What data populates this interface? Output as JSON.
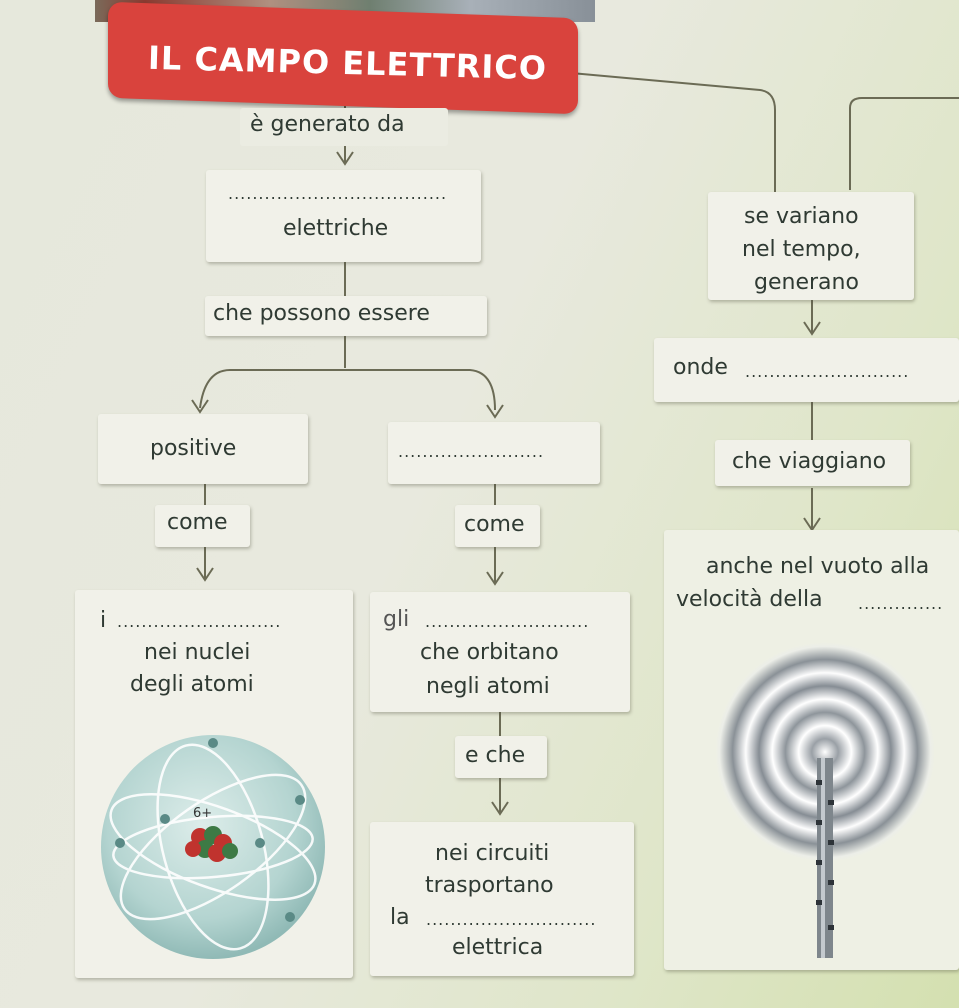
{
  "title": "IL CAMPO ELETTRICO",
  "generated_by": "è generato da",
  "charges_box": {
    "blank": "....................................",
    "label": "elettriche"
  },
  "can_be": "che possono essere",
  "positive_box": {
    "label": "positive"
  },
  "negative_box": {
    "blank": "........................"
  },
  "come_left": "come",
  "come_right": "come",
  "nuclei_box": {
    "prefix": "i",
    "blank": "...........................",
    "line2": "nei nuclei",
    "line3": "degli atomi"
  },
  "electrons_box": {
    "prefix": "gli",
    "blank": "...........................",
    "line2": "che orbitano",
    "line3": "negli atomi"
  },
  "e_che": "e che",
  "circuits_box": {
    "line1": "nei circuiti",
    "line2": "trasportano",
    "prefix": "la",
    "blank": "............................",
    "line4": "elettrica"
  },
  "if_vary": {
    "line1": "se variano",
    "line2": "nel tempo,",
    "line3": "generano"
  },
  "waves_box": {
    "prefix": "onde",
    "blank": "..........................."
  },
  "travel": "che viaggiano",
  "vacuum_box": {
    "line1": "anche nel vuoto alla",
    "line2": "velocità della",
    "blank": ".............."
  },
  "atom_label": "6+"
}
